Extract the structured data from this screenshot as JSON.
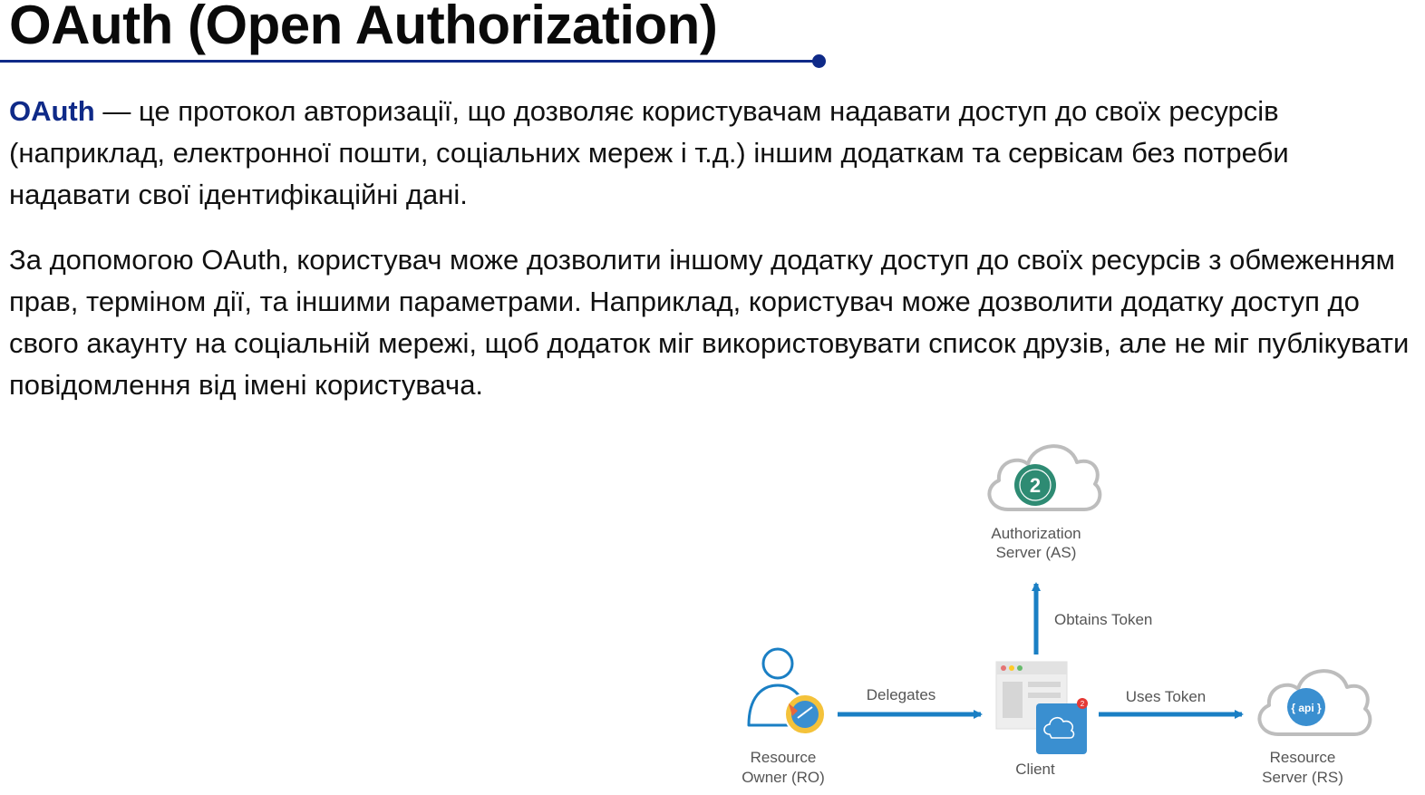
{
  "slide": {
    "title": "OAuth (Open Authorization)",
    "paragraph1": {
      "term": "OAuth",
      "text": " — це протокол авторизації, що дозволяє користувачам надавати доступ до своїх ресурсів (наприклад, електронної пошти, соціальних мереж і т.д.) іншим додаткам та сервісам без потреби надавати свої ідентифікаційні дані."
    },
    "paragraph2": "За допомогою OAuth, користувач може дозволити іншому додатку доступ до своїх ресурсів з обмеженням прав, терміном дії, та іншими параметрами. Наприклад, користувач може дозволити додатку доступ до свого акаунту на соціальній мережі, щоб додаток міг використовувати список друзів, але не міг публікувати повідомлення від імені користувача."
  },
  "diagram": {
    "nodes": {
      "authorization_server": {
        "label_line1": "Authorization",
        "label_line2": "Server (AS)",
        "badge_number": "2",
        "icon": "oauth-cloud-icon"
      },
      "resource_owner": {
        "label_line1": "Resource",
        "label_line2": "Owner (RO)",
        "icon": "user-browser-icon"
      },
      "client": {
        "label": "Client",
        "notification_count": "2",
        "icon": "client-app-icon"
      },
      "resource_server": {
        "label_line1": "Resource",
        "label_line2": "Server (RS)",
        "badge_text": "{ api }",
        "icon": "api-cloud-icon"
      }
    },
    "edges": {
      "delegates": "Delegates",
      "obtains_token": "Obtains Token",
      "uses_token": "Uses Token"
    }
  },
  "colors": {
    "title_accent": "#0f2a88",
    "arrow": "#1a7fc4",
    "oauth_green": "#2e8b73",
    "cloud_outline": "#bdbdbd",
    "client_blue": "#3a8fd0",
    "notification_red": "#e53935"
  }
}
